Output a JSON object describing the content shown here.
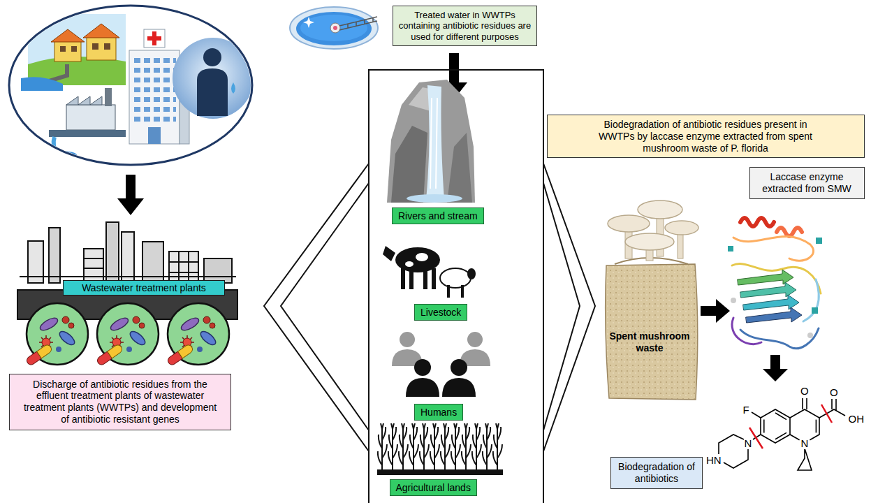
{
  "diagram": {
    "nodes": [
      {
        "text": [
          "Wastewater treatment plants"
        ]
      },
      {
        "text": [
          "Discharge of antibiotic residues from the effluent treatment plants of wastewater treatment plants (WWTPs) and development of antibiotic resistant genes"
        ]
      },
      {
        "text": [
          "Treated water in WWTPs containing antibiotic residues are used for different purposes"
        ]
      },
      {
        "text": [
          "Rivers and stream"
        ]
      },
      {
        "text": [
          "Livestock"
        ]
      },
      {
        "text": [
          "Humans"
        ]
      },
      {
        "text": [
          "Agricultural lands"
        ]
      },
      {
        "text": [
          "Biodegradation of antibiotic residues present in WWTPs by laccase enzyme extracted from spent mushroom waste of P. florida"
        ]
      },
      {
        "text": [
          "Laccase enzyme extracted from SMW"
        ]
      },
      {
        "text": [
          "Spent mushroom waste"
        ]
      },
      {
        "text": [
          "Biodegradation of antibiotics"
        ]
      }
    ],
    "labels": [
      "O",
      "O",
      "F",
      "OH",
      "N",
      "N",
      "HN"
    ]
  }
}
